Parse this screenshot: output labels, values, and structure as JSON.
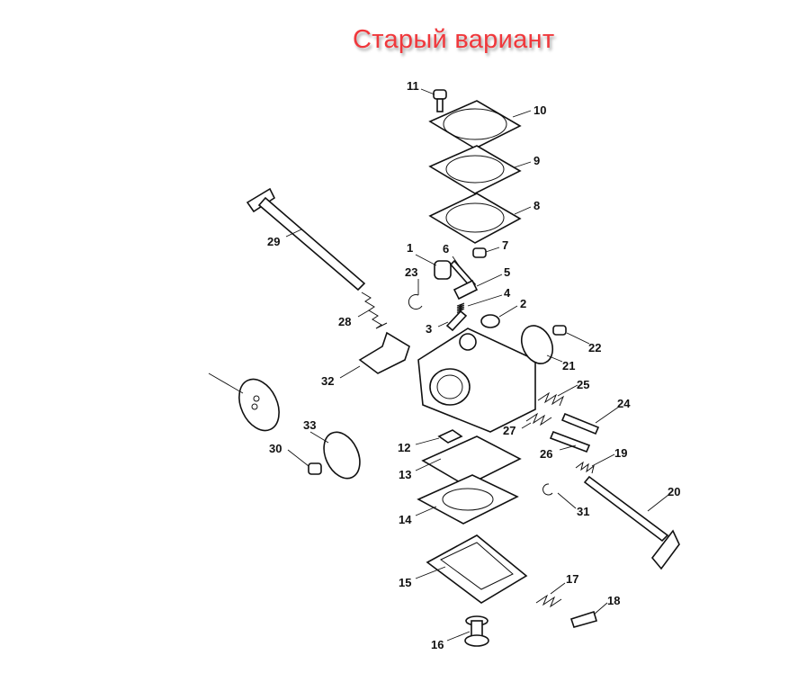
{
  "title": "Старый вариант",
  "labels": {
    "p1": "1",
    "p2": "2",
    "p3": "3",
    "p4": "4",
    "p5": "5",
    "p6": "6",
    "p7": "7",
    "p8": "8",
    "p9": "9",
    "p10": "10",
    "p11": "11",
    "p12": "12",
    "p13": "13",
    "p14": "14",
    "p15": "15",
    "p16": "16",
    "p17": "17",
    "p18": "18",
    "p19": "19",
    "p20": "20",
    "p21": "21",
    "p22": "22",
    "p23": "23",
    "p24": "24",
    "p25": "25",
    "p26": "26",
    "p27": "27",
    "p28": "28",
    "p29": "29",
    "p30": "30",
    "p31": "31",
    "p32": "32",
    "p33": "33"
  }
}
